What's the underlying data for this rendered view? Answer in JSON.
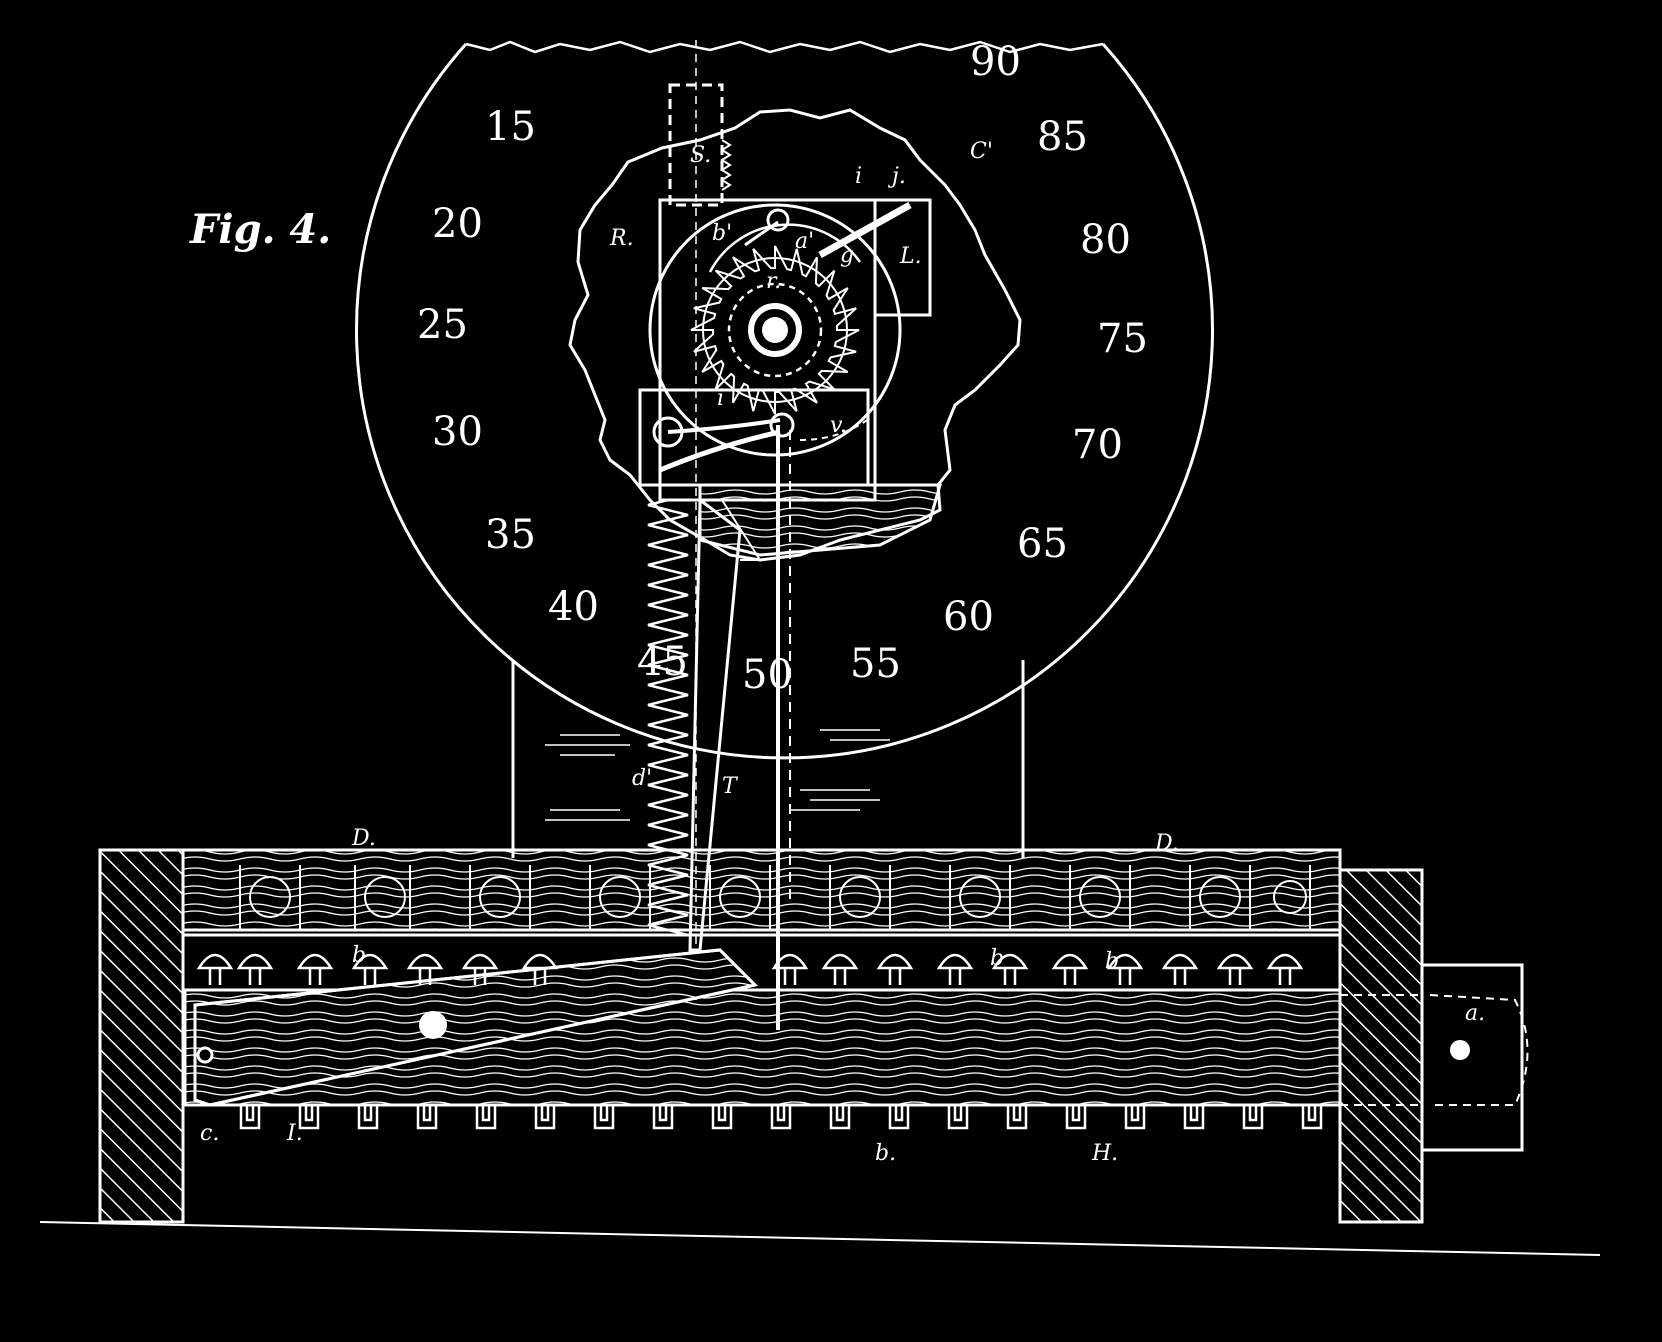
{
  "figure": {
    "title": "Fig. 4.",
    "dial_numbers": [
      "15",
      "20",
      "25",
      "30",
      "35",
      "40",
      "45",
      "50",
      "55",
      "60",
      "65",
      "70",
      "75",
      "80",
      "85",
      "90"
    ],
    "labels": {
      "S": "S.",
      "R": "R.",
      "L": "L.",
      "C1": "C'",
      "b1": "b'",
      "a1": "a'",
      "g": "g",
      "r": "r.",
      "i_top": "i",
      "j": "j.",
      "i_low": "i",
      "v": "v.",
      "d1": "d'",
      "T": "T",
      "D_left": "D.",
      "D_right": "D.",
      "b_left": "b",
      "b_mid": "b",
      "b_right": "b",
      "a": "a.",
      "c": "c.",
      "I": "I.",
      "b_bottom": "b.",
      "H": "H."
    }
  },
  "colors": {
    "background": "#000000",
    "ink": "#ffffff"
  }
}
